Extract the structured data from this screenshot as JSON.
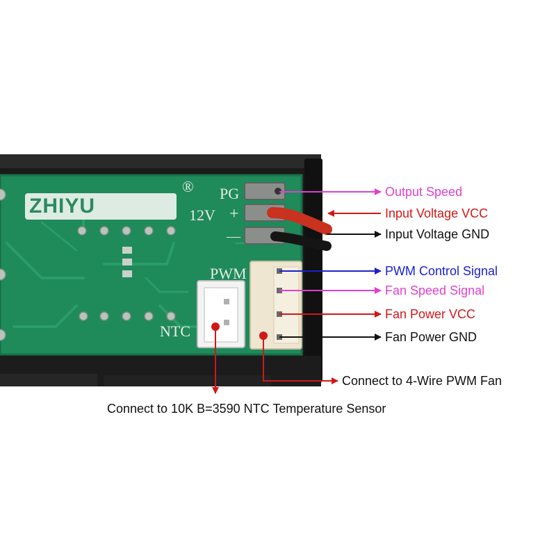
{
  "board": {
    "brand": "ZHIYU",
    "registered_mark": "®",
    "silk_pg": "PG",
    "silk_12v": "12V",
    "silk_plus": "+",
    "silk_minus": "—",
    "silk_pwm": "PWM",
    "silk_ntc": "NTC"
  },
  "callouts": [
    {
      "id": "output-speed",
      "text": "Output Speed",
      "color": "#e040d0"
    },
    {
      "id": "input-voltage-vcc",
      "text": "Input Voltage VCC",
      "color": "#d01818"
    },
    {
      "id": "input-voltage-gnd",
      "text": "Input Voltage GND",
      "color": "#111111"
    },
    {
      "id": "pwm-control-signal",
      "text": "PWM Control Signal",
      "color": "#1a22c8"
    },
    {
      "id": "fan-speed-signal",
      "text": "Fan Speed Signal",
      "color": "#e040d0"
    },
    {
      "id": "fan-power-vcc",
      "text": "Fan Power VCC",
      "color": "#d01818"
    },
    {
      "id": "fan-power-gnd",
      "text": "Fan Power GND",
      "color": "#111111"
    },
    {
      "id": "connect-4wire-fan",
      "text": "Connect to 4-Wire PWM Fan",
      "color": "#111111"
    },
    {
      "id": "connect-ntc",
      "text": "Connect to 10K B=3590 NTC Temperature Sensor",
      "color": "#111111"
    }
  ],
  "colors": {
    "pcb": "#1f8a5a",
    "case": "#1a1a1a",
    "red_wire": "#c8321e",
    "arrow_red": "#d01818",
    "arrow_magenta": "#e040d0",
    "arrow_blue": "#1a22c8"
  }
}
